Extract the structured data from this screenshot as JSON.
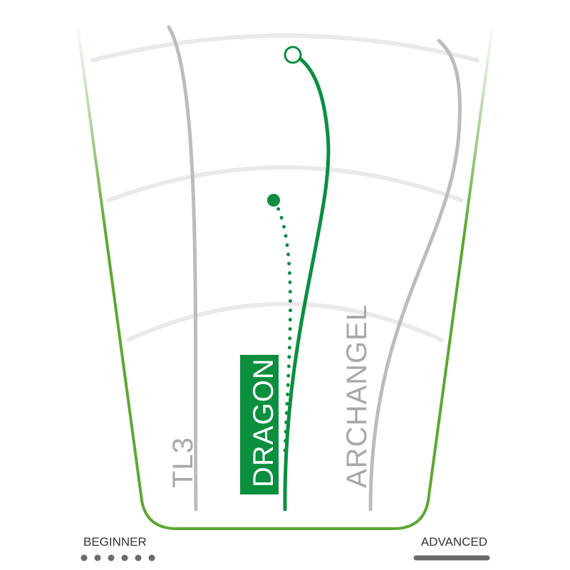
{
  "discs": [
    {
      "name": "TL3",
      "highlighted": false
    },
    {
      "name": "DRAGON",
      "highlighted": true
    },
    {
      "name": "ARCHANGEL",
      "highlighted": false
    }
  ],
  "scale": {
    "left_label": "BEGINNER",
    "right_label": "ADVANCED"
  },
  "colors": {
    "accent": "#0a8f3f",
    "funnel": "#5aa832",
    "inactive": "#bcbcbc",
    "arc": "#e9e9e9",
    "label_gray": "#a8a8a8",
    "scale_text": "#333333",
    "scale_bar": "#6b6b6b"
  }
}
